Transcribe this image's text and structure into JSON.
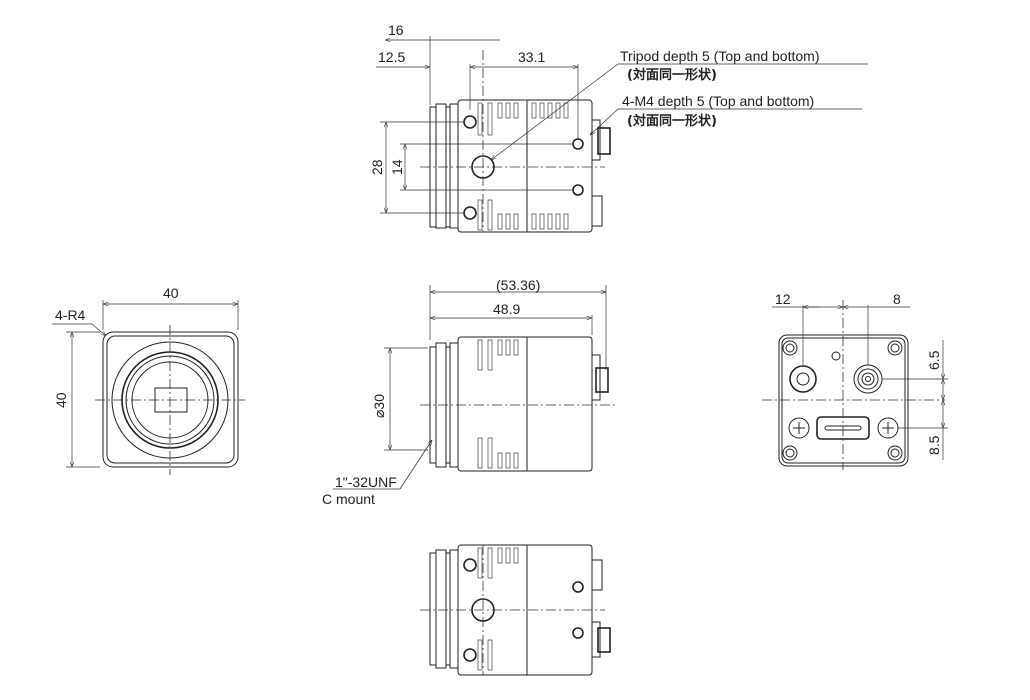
{
  "top_view": {
    "dim_16": "16",
    "dim_12_5": "12.5",
    "dim_33_1": "33.1",
    "dim_28": "28",
    "dim_14": "14",
    "callout_tripod": "Tripod depth 5  (Top and bottom)",
    "callout_tripod_jp": "(対面同一形状)",
    "callout_m4": "4-M4 depth 5  (Top and bottom)",
    "callout_m4_jp": "(対面同一形状)"
  },
  "front_view": {
    "dim_width": "40",
    "dim_height": "40",
    "corner_radius": "4-R4"
  },
  "side_view": {
    "dim_overall": "(53.36)",
    "dim_body": "48.9",
    "dim_diameter": "⌀30",
    "thread": "1\"-32UNF",
    "mount": "C mount"
  },
  "back_view": {
    "dim_12": "12",
    "dim_8": "8",
    "dim_6_5": "6.5",
    "dim_8_5": "8.5"
  }
}
